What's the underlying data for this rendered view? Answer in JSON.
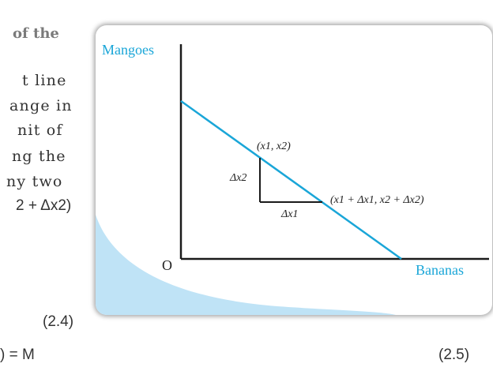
{
  "text_fragments": {
    "heading_tail": "of the",
    "line1": "t line",
    "line2": "ange in",
    "line3": "nit of",
    "line4": "ng the",
    "line5": "ny two",
    "line6_tail": "2 + Δx2)",
    "eq_line_tail": ") = M"
  },
  "figure": {
    "y_axis_label": "Mangoes",
    "x_axis_label": "Bananas",
    "origin_label": "O",
    "point1_label": "(x1, x2)",
    "point2_label": "(x1 + Δx1, x2 + Δx2)",
    "delta_x1_label": "Δx1",
    "delta_x2_label": "Δx2",
    "colors": {
      "budget_line": "#1aa6d8",
      "axes": "#1a1a1a",
      "shade": "#bfe3f6",
      "labels": "#1aa6d8"
    }
  },
  "equation_numbers": {
    "eq_2_4": "(2.4)",
    "eq_2_5": "(2.5)"
  }
}
